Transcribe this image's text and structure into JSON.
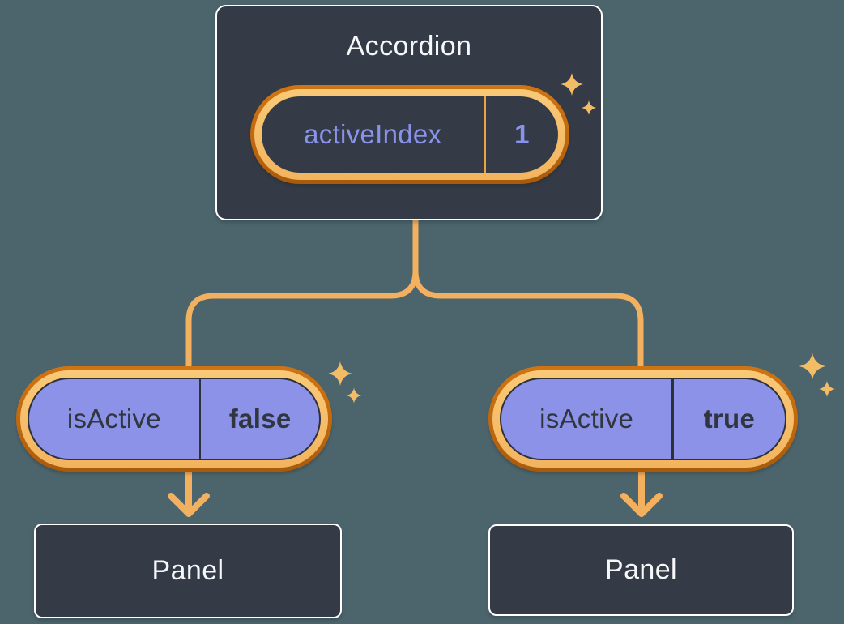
{
  "colors": {
    "background": "#4c656d",
    "box_fill": "#343b47",
    "box_border": "#ffffff",
    "orange_dark": "#c0680f",
    "orange_light": "#f8c170",
    "connector": "#f3b05f",
    "purple": "#8b92e8",
    "purple_text": "#8a93ec",
    "text_dark": "#30353e",
    "text_light": "#f6f7f9",
    "sparkle": "#f5bc66",
    "divider_orange": "#e9a43e",
    "pill_outline": "#2c313a"
  },
  "accordion": {
    "title": "Accordion",
    "state": {
      "name": "activeIndex",
      "value": "1"
    }
  },
  "children": [
    {
      "prop_name": "isActive",
      "prop_value": "false",
      "panel_label": "Panel"
    },
    {
      "prop_name": "isActive",
      "prop_value": "true",
      "panel_label": "Panel"
    }
  ],
  "icons": {
    "sparkle": "sparkle-icon",
    "arrow_down": "arrow-down-icon"
  }
}
